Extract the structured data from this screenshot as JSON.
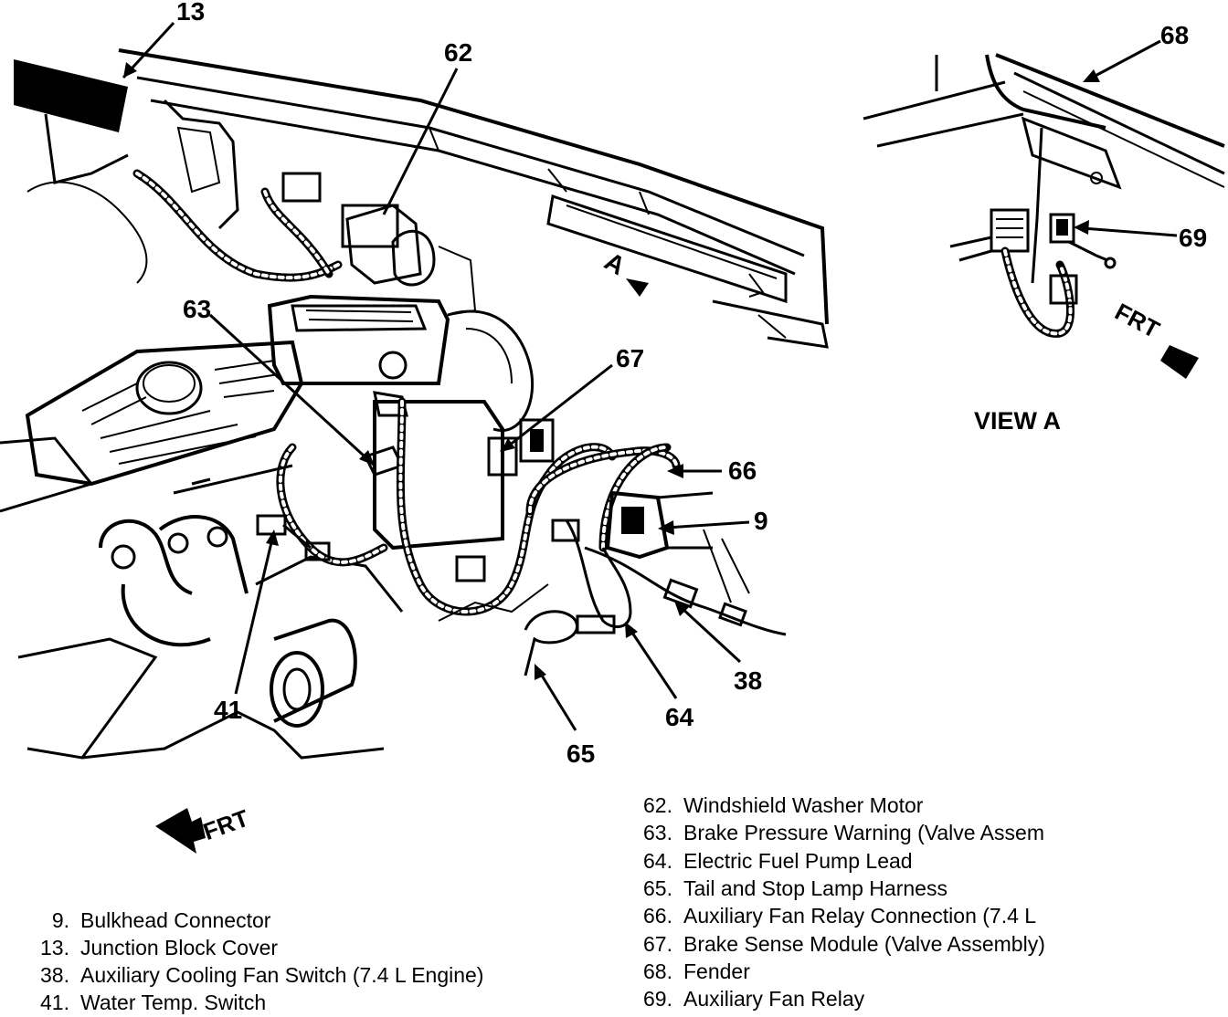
{
  "callouts": {
    "c13": "13",
    "c62": "62",
    "c63": "63",
    "c67": "67",
    "c66": "66",
    "c9": "9",
    "c38": "38",
    "c64": "64",
    "c65": "65",
    "c41": "41",
    "c68": "68",
    "c69": "69"
  },
  "view_title": "VIEW A",
  "view_marker": "A",
  "frt_label_main": "FRT",
  "frt_label_view": "FRT",
  "legend_left": [
    {
      "num": "9.",
      "text": "Bulkhead Connector"
    },
    {
      "num": "13.",
      "text": "Junction Block Cover"
    },
    {
      "num": "38.",
      "text": "Auxiliary Cooling Fan Switch (7.4 L Engine)"
    },
    {
      "num": "41.",
      "text": "Water Temp. Switch"
    }
  ],
  "legend_right": [
    {
      "num": "62.",
      "text": "Windshield Washer Motor"
    },
    {
      "num": "63.",
      "text": "Brake Pressure Warning (Valve Assem"
    },
    {
      "num": "64.",
      "text": "Electric Fuel Pump Lead"
    },
    {
      "num": "65.",
      "text": "Tail and Stop Lamp Harness"
    },
    {
      "num": "66.",
      "text": "Auxiliary Fan Relay Connection (7.4 L"
    },
    {
      "num": "67.",
      "text": "Brake Sense Module (Valve Assembly)"
    },
    {
      "num": "68.",
      "text": "Fender"
    },
    {
      "num": "69.",
      "text": "Auxiliary Fan Relay"
    }
  ]
}
